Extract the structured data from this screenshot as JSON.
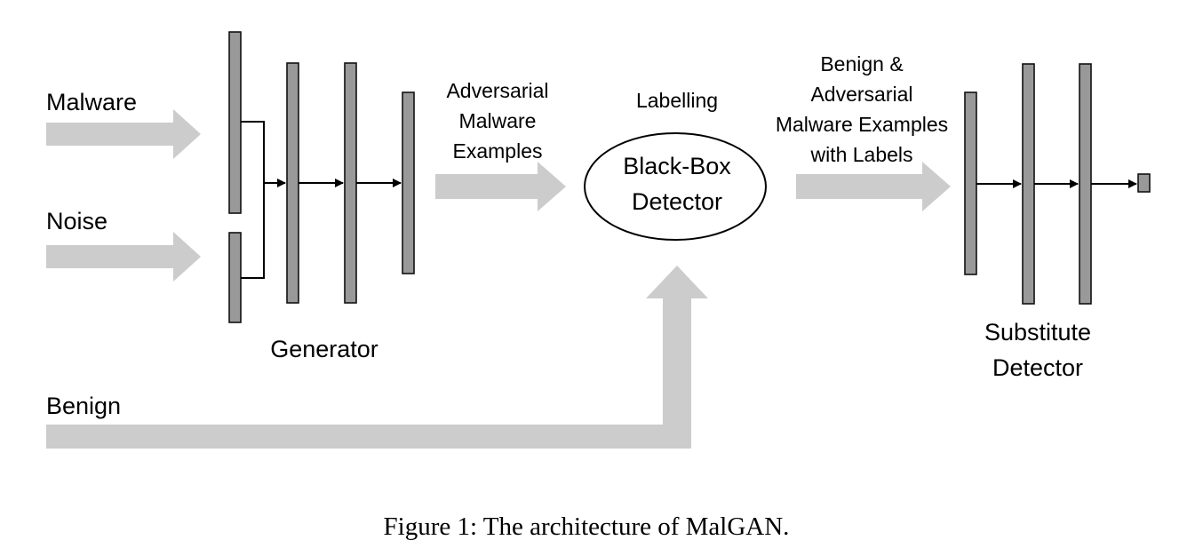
{
  "inputs": {
    "malware": "Malware",
    "noise": "Noise",
    "benign": "Benign"
  },
  "generator": {
    "label": "Generator"
  },
  "adversarial": {
    "lines": [
      "Adversarial",
      "Malware",
      "Examples"
    ]
  },
  "detector": {
    "labelling": "Labelling",
    "lines": [
      "Black-Box",
      "Detector"
    ]
  },
  "output_examples": {
    "lines": [
      "Benign &",
      "Adversarial",
      "Malware Examples",
      "with Labels"
    ]
  },
  "substitute": {
    "lines": [
      "Substitute",
      "Detector"
    ]
  },
  "caption": "Figure 1: The architecture of MalGAN.",
  "colors": {
    "layer_fill": "#999999",
    "flow_arrow": "#cccccc",
    "stroke": "#000000"
  }
}
